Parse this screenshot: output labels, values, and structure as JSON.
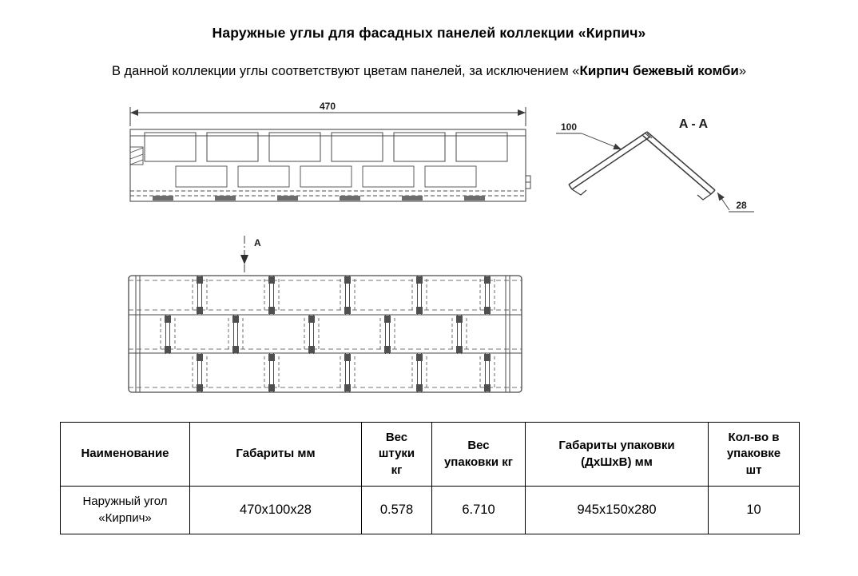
{
  "page": {
    "title": "Наружные углы для фасадных панелей коллекции «Кирпич»",
    "subtitle": {
      "text": "В данной коллекции углы соответствуют цветам панелей, за исключением ",
      "q1": "«",
      "bold": "Кирпич бежевый комби",
      "q2": "»"
    }
  },
  "drawings": {
    "side_view": {
      "dim_length": "470"
    },
    "section_view": {
      "label": "A - A",
      "dim_width": "100",
      "dim_thickness": "28"
    },
    "plan_view": {
      "section_mark": "A"
    }
  },
  "table": {
    "headers": [
      "Наименование",
      "Габариты мм",
      "Вес штуки кг",
      "Вес упаковки кг",
      "Габариты упаковки (ДхШхВ) мм",
      "Кол-во в упаковке шт"
    ],
    "rows": [
      [
        "Наружный угол «Кирпич»",
        "470х100х28",
        "0.578",
        "6.710",
        "945х150х280",
        "10"
      ]
    ]
  },
  "colors": {
    "line": "#4a4a4a",
    "fill_dark": "#5a5a5a",
    "text": "#000000"
  }
}
